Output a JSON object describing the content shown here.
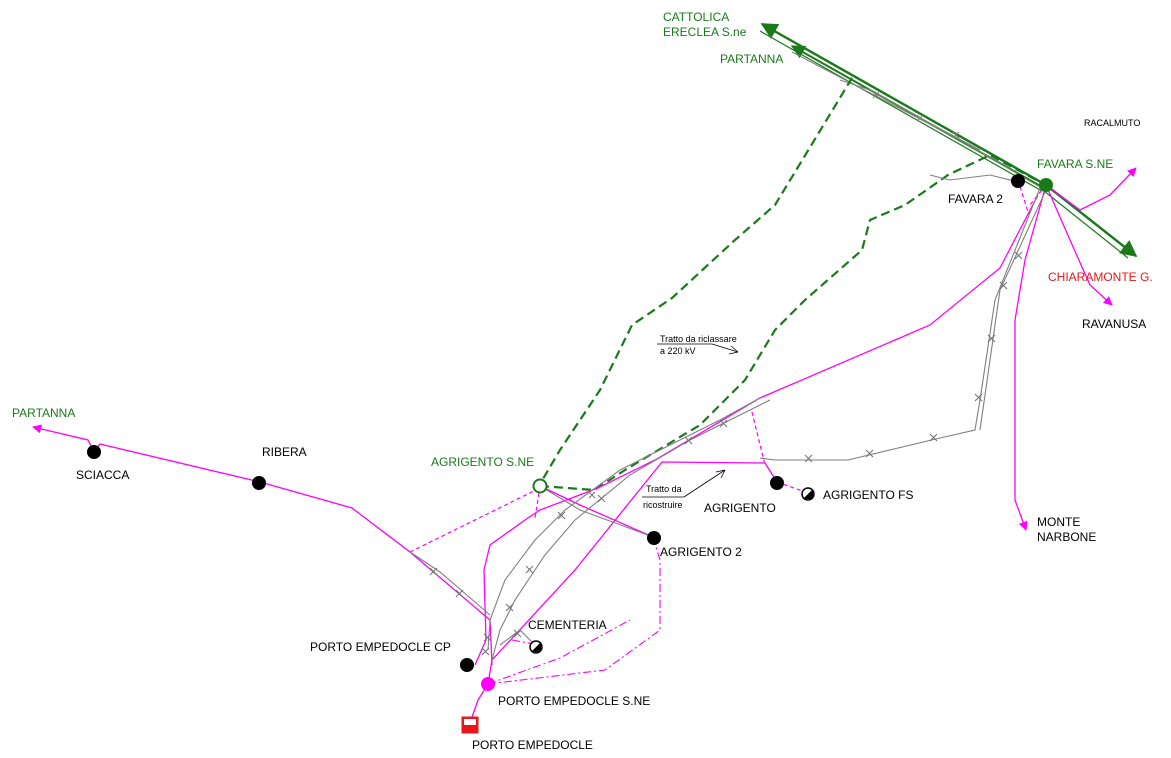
{
  "colors": {
    "green": "#1a7a1a",
    "magenta": "#ff00ff",
    "gray": "#808080",
    "red": "#e8171a",
    "black": "#000000"
  },
  "labels": {
    "cattolica_line1": "CATTOLICA",
    "cattolica_line2": "ERECLEA S.ne",
    "partanna_ne": "PARTANNA",
    "partanna_w": "PARTANNA",
    "racalmuto": "RACALMUTO",
    "favara_sne": "FAVARA S.NE",
    "favara2": "FAVARA 2",
    "chiaramonte": "CHIARAMONTE G.",
    "ravanusa": "RAVANUSA",
    "sciacca": "SCIACCA",
    "ribera": "RIBERA",
    "agrigento_sne": "AGRIGENTO S.NE",
    "agrigento": "AGRIGENTO",
    "agrigento_fs": "AGRIGENTO FS",
    "agrigento2": "AGRIGENTO 2",
    "monte_line1": "MONTE",
    "monte_line2": "NARBONE",
    "cementeria": "CEMENTERIA",
    "porto_cp": "PORTO EMPEDOCLE CP",
    "porto_sne": "PORTO EMPEDOCLE S.NE",
    "porto": "PORTO EMPEDOCLE"
  },
  "annotations": {
    "riclassare_line1": "Tratto da riclassare",
    "riclassare_line2": "a 220 kV",
    "ricostruire_line1": "Tratto da",
    "ricostruire_line2": "ricostruire"
  }
}
